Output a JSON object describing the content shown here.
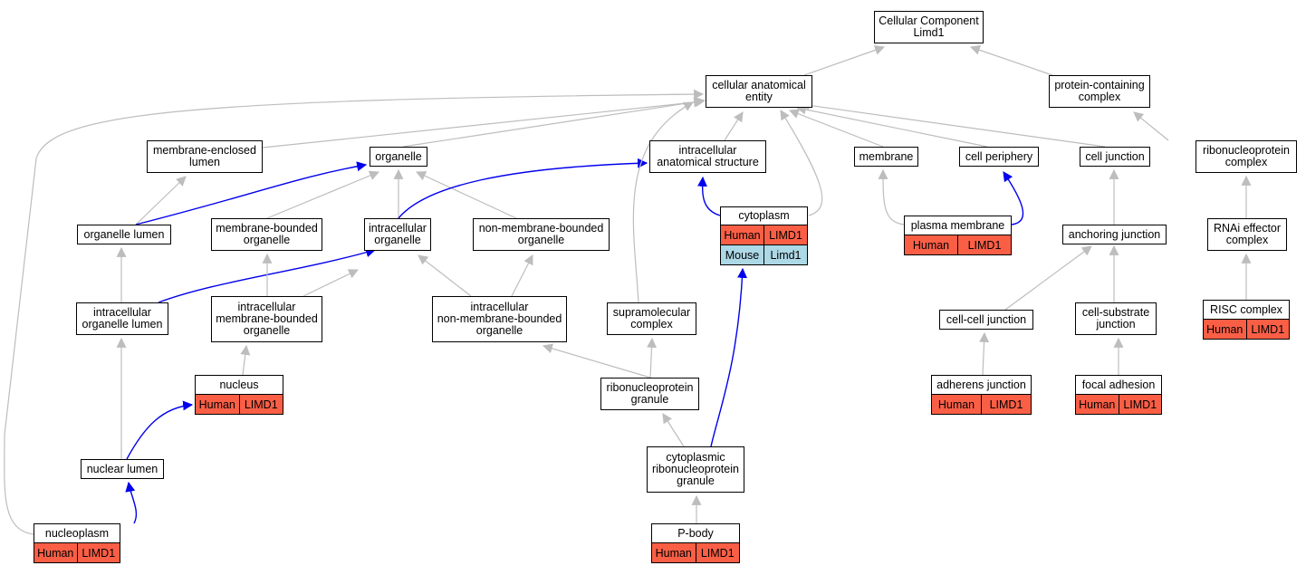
{
  "colors": {
    "edge_gray": "#bdbdbd",
    "edge_blue": "#0000ee",
    "human_fill": "#fa5f46",
    "mouse_fill": "#add8e6"
  },
  "nodes": {
    "root": {
      "label": "Cellular Component\nLimd1"
    },
    "cae": {
      "label": "cellular anatomical\nentity"
    },
    "pcc": {
      "label": "protein-containing\ncomplex"
    },
    "mel": {
      "label": "membrane-enclosed\nlumen"
    },
    "organelle": {
      "label": "organelle"
    },
    "ias": {
      "label": "intracellular\nanatomical structure"
    },
    "membrane": {
      "label": "membrane"
    },
    "cellper": {
      "label": "cell periphery"
    },
    "celljunc": {
      "label": "cell junction"
    },
    "rnpc": {
      "label": "ribonucleoprotein\ncomplex"
    },
    "orglumen": {
      "label": "organelle lumen"
    },
    "mbo": {
      "label": "membrane-bounded\norganelle"
    },
    "io": {
      "label": "intracellular\norganelle"
    },
    "nmbo": {
      "label": "non-membrane-bounded\norganelle"
    },
    "cytoplasm": {
      "label": "cytoplasm",
      "rows": [
        {
          "kind": "human",
          "species": "Human",
          "gene": "LIMD1"
        },
        {
          "kind": "mouse",
          "species": "Mouse",
          "gene": "Limd1"
        }
      ]
    },
    "pm": {
      "label": "plasma membrane",
      "rows": [
        {
          "kind": "human",
          "species": "Human",
          "gene": "LIMD1"
        }
      ]
    },
    "anchjunc": {
      "label": "anchoring junction"
    },
    "rnai": {
      "label": "RNAi effector\ncomplex"
    },
    "iol": {
      "label": "intracellular\norganelle lumen"
    },
    "imbo": {
      "label": "intracellular\nmembrane-bounded\norganelle"
    },
    "inmbo": {
      "label": "intracellular\nnon-membrane-bounded\norganelle"
    },
    "supra": {
      "label": "supramolecular\ncomplex"
    },
    "ccj": {
      "label": "cell-cell junction"
    },
    "csj": {
      "label": "cell-substrate\njunction"
    },
    "risc": {
      "label": "RISC complex",
      "rows": [
        {
          "kind": "human",
          "species": "Human",
          "gene": "LIMD1"
        }
      ]
    },
    "nucleus": {
      "label": "nucleus",
      "rows": [
        {
          "kind": "human",
          "species": "Human",
          "gene": "LIMD1"
        }
      ]
    },
    "rnpg": {
      "label": "ribonucleoprotein\ngranule"
    },
    "adh": {
      "label": "adherens junction",
      "rows": [
        {
          "kind": "human",
          "species": "Human",
          "gene": "LIMD1"
        }
      ]
    },
    "focal": {
      "label": "focal adhesion",
      "rows": [
        {
          "kind": "human",
          "species": "Human",
          "gene": "LIMD1"
        }
      ]
    },
    "nuclum": {
      "label": "nuclear lumen"
    },
    "crnpg": {
      "label": "cytoplasmic\nribonucleoprotein\ngranule"
    },
    "nucleoplasm": {
      "label": "nucleoplasm",
      "rows": [
        {
          "kind": "human",
          "species": "Human",
          "gene": "LIMD1"
        }
      ]
    },
    "pbody": {
      "label": "P-body",
      "rows": [
        {
          "kind": "human",
          "species": "Human",
          "gene": "LIMD1"
        }
      ]
    }
  }
}
